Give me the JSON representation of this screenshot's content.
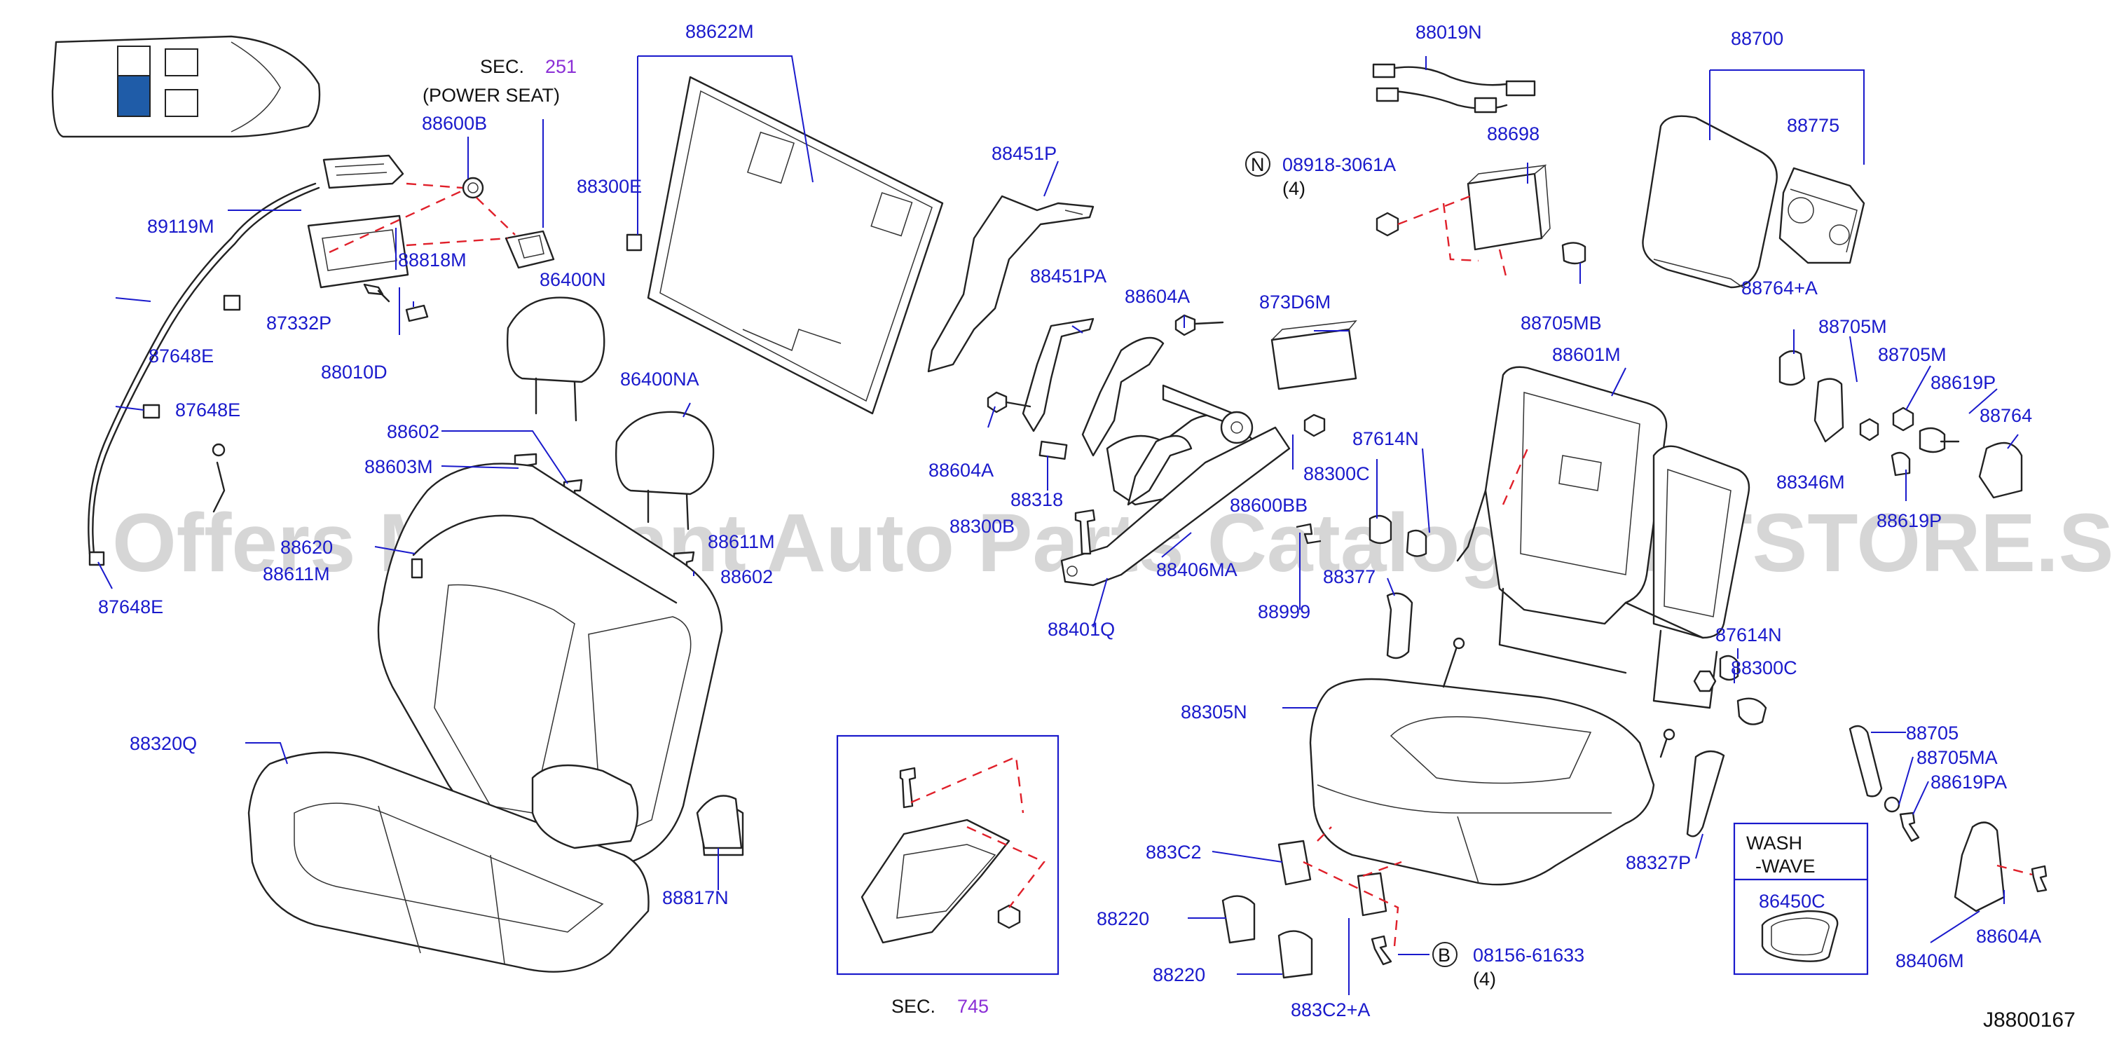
{
  "diagram": {
    "reference_code": "J8800167",
    "watermark": "Offers Merchant Auto Parts Catalog PARTSTORE.SA",
    "sec_251": {
      "prefix": "SEC.",
      "number": "251",
      "note": "(POWER   SEAT)"
    },
    "sec_745": {
      "prefix": "SEC.",
      "number": "745"
    },
    "wash_wave_box": {
      "title_line1": "WASH",
      "title_line2": "-WAVE",
      "part": "86450C"
    },
    "callout_n": {
      "letter": "N",
      "part": "08918-3061A",
      "qty": "(4)"
    },
    "callout_b": {
      "letter": "B",
      "part": "08156-61633",
      "qty": "(4)"
    },
    "parts": [
      "88622M",
      "88019N",
      "88700",
      "88600B",
      "88300E",
      "88451P",
      "88698",
      "88775",
      "89119M",
      "88818M",
      "86400N",
      "88451PA",
      "88604A",
      "873D6M",
      "88705MB",
      "88764+A",
      "87332P",
      "88601M",
      "88705M",
      "88705M",
      "88010D",
      "87648E",
      "86400NA",
      "88619P",
      "87648E",
      "88602",
      "88604A",
      "88318",
      "88764",
      "88603M",
      "87614N",
      "88300C",
      "88600BB",
      "88346M",
      "88619P",
      "88300B",
      "88620",
      "88611M",
      "88611M",
      "88602",
      "88406MA",
      "88999",
      "88377",
      "87648E",
      "88401Q",
      "87614N",
      "88300C",
      "88305N",
      "88705",
      "88320Q",
      "88705MA",
      "88619PA",
      "883C2",
      "88327P",
      "88817N",
      "88220",
      "88604A",
      "88406M",
      "88220",
      "883C2+A"
    ]
  }
}
